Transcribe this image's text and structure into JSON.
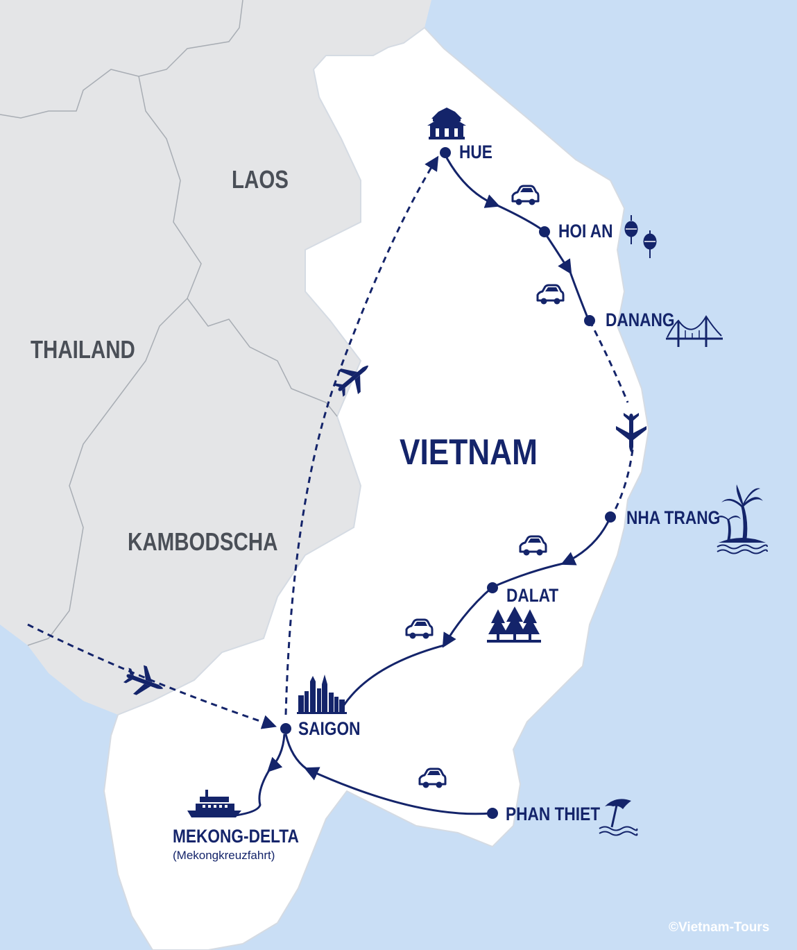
{
  "map": {
    "countries": [
      "LAOS",
      "THAILAND",
      "KAMBODSCHA",
      "VIETNAM"
    ],
    "cities": {
      "hue": "HUE",
      "hoi_an": "HOI AN",
      "danang": "DANANG",
      "nha_trang": "NHA TRANG",
      "dalat": "DALAT",
      "saigon": "SAIGON",
      "phan_thiet": "PHAN THIET",
      "mekong_delta": "MEKONG-DELTA",
      "mekong_delta_note": "(Mekongkreuzfahrt)"
    },
    "copyright": "©Vietnam-Tours",
    "colors": {
      "sea": "#c9def5",
      "neighbor_land": "#e4e5e7",
      "vietnam_land": "#ffffff",
      "border": "#a8adb4",
      "route": "#14246a",
      "country_text": "#4a4f57"
    },
    "icons": [
      "car-icon",
      "airplane-icon",
      "temple-icon",
      "lantern-icon",
      "bridge-icon",
      "palm-tree-icon",
      "pine-trees-icon",
      "skyline-icon",
      "boat-icon",
      "beach-umbrella-icon"
    ]
  }
}
